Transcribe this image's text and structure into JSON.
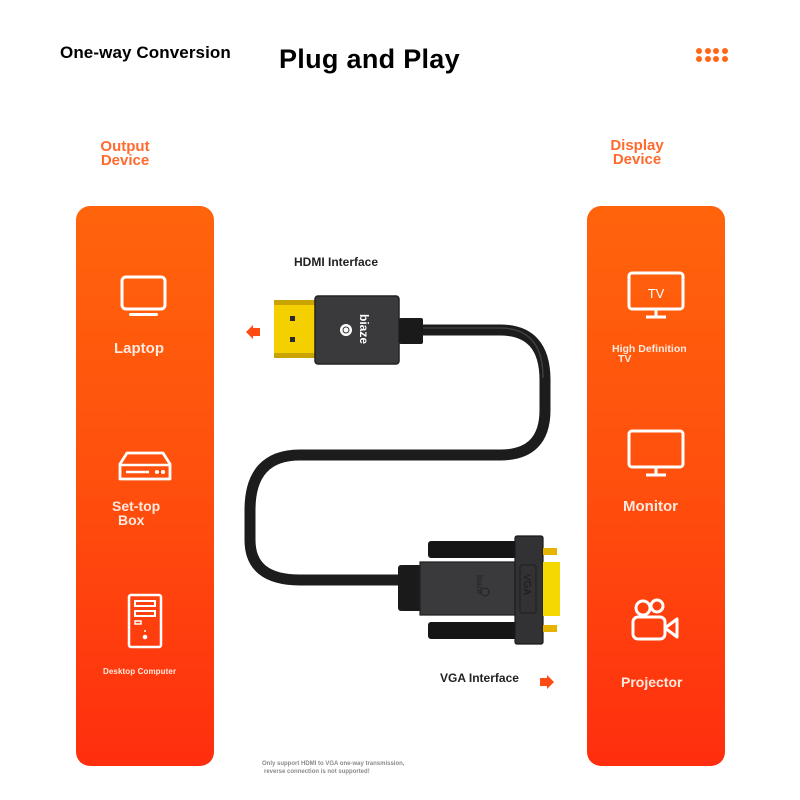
{
  "header": {
    "subtitle": "One-way Conversion",
    "title": "Plug and Play",
    "decor": "dots-grid-icon",
    "accent": "#ff6616"
  },
  "output_column": {
    "title_line1": "Output",
    "title_line2": "Device",
    "panel_gradient": [
      "#ff640c",
      "#ff2e0e"
    ],
    "devices": [
      {
        "label": "Laptop",
        "icon": "laptop-monitor-icon"
      },
      {
        "label_line1": "Set-top",
        "label_line2": "Box",
        "icon": "set-top-box-icon"
      },
      {
        "label": "Desktop Computer",
        "icon": "desktop-tower-icon"
      }
    ]
  },
  "display_column": {
    "title_line1": "Display",
    "title_line2": "Device",
    "devices": [
      {
        "label_line1": "High Definition",
        "label_line2": "TV",
        "icon": "tv-icon",
        "icon_text": "TV"
      },
      {
        "label": "Monitor",
        "icon": "monitor-icon"
      },
      {
        "label": "Projector",
        "icon": "video-camera-icon"
      }
    ]
  },
  "cable": {
    "hdmi_label": "HDMI Interface",
    "vga_label": "VGA Interface",
    "brand": "biaze",
    "vga_marking": "VGA",
    "arrow_color": "#ff4a14"
  },
  "footnote": {
    "line1": "Only support HDMI to VGA one-way transmission,",
    "line2": "reverse connection is not supported!"
  }
}
